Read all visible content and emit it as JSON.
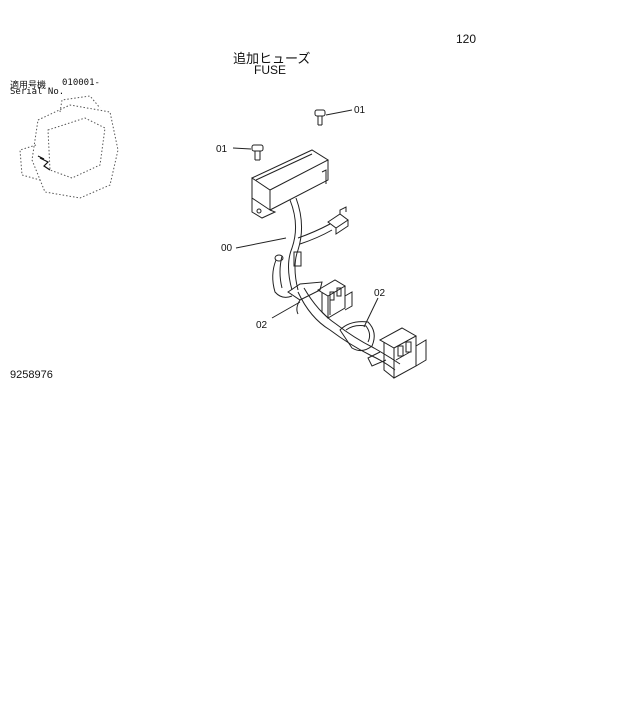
{
  "page": {
    "number": "120"
  },
  "title": {
    "jp": "追加ヒューズ",
    "en": "FUSE"
  },
  "serial": {
    "label_jp": "適用号機",
    "number": "010001-",
    "label_en": "Serial No."
  },
  "part_code": "9258976",
  "callouts": {
    "bolt_top_right": "01",
    "bolt_left": "01",
    "harness": "00",
    "connector_left": "02",
    "connector_right": "02"
  }
}
